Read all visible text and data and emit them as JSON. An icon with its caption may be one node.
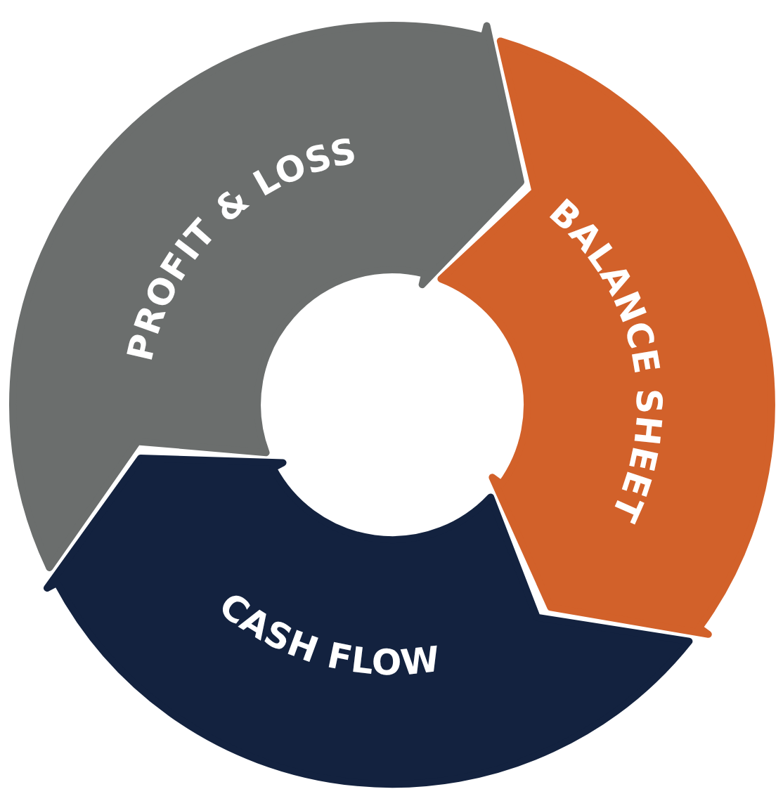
{
  "diagram": {
    "nodes": [
      {
        "text": [
          "PROFIT & LOSS"
        ]
      },
      {
        "text": [
          "BALANCE SHEET"
        ]
      },
      {
        "text": [
          "CASH FLOW"
        ]
      }
    ]
  }
}
